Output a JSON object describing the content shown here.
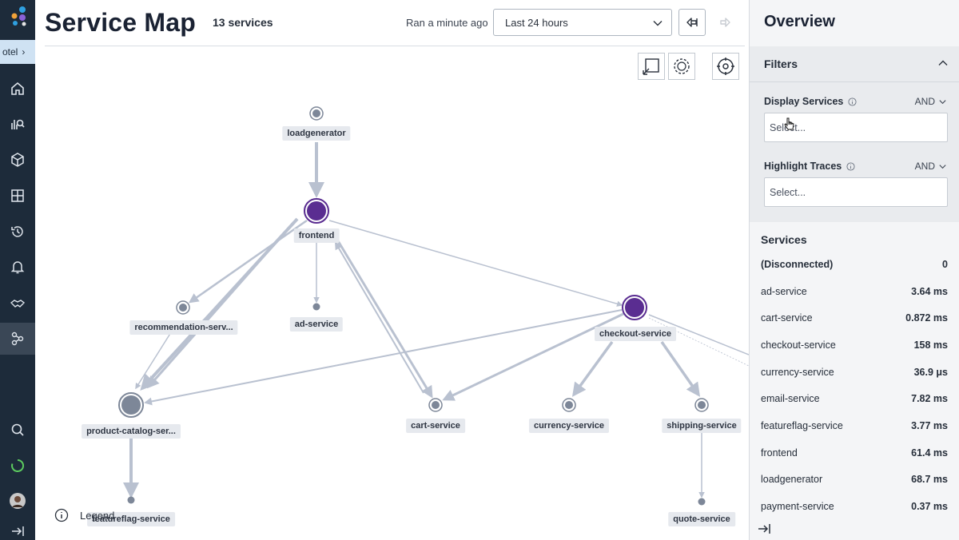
{
  "nav": {
    "env_label": "otel",
    "items": [
      {
        "name": "home-icon"
      },
      {
        "name": "query-icon"
      },
      {
        "name": "datasets-icon"
      },
      {
        "name": "boards-icon"
      },
      {
        "name": "history-icon"
      },
      {
        "name": "triggers-icon"
      },
      {
        "name": "slo-icon"
      },
      {
        "name": "service-map-icon"
      }
    ],
    "bottom": [
      {
        "name": "search-icon"
      },
      {
        "name": "loading-icon"
      },
      {
        "name": "avatar"
      },
      {
        "name": "expand-icon"
      }
    ]
  },
  "header": {
    "title": "Service Map",
    "service_count": "13 services",
    "ran": "Ran a minute ago",
    "time_range": "Last 24 hours"
  },
  "map": {
    "nodes": [
      {
        "id": "loadgenerator",
        "label": "loadgenerator"
      },
      {
        "id": "frontend",
        "label": "frontend"
      },
      {
        "id": "recommendation",
        "label": "recommendation-serv..."
      },
      {
        "id": "ad",
        "label": "ad-service"
      },
      {
        "id": "checkout",
        "label": "checkout-service"
      },
      {
        "id": "product",
        "label": "product-catalog-ser..."
      },
      {
        "id": "cart",
        "label": "cart-service"
      },
      {
        "id": "currency",
        "label": "currency-service"
      },
      {
        "id": "shipping",
        "label": "shipping-service"
      },
      {
        "id": "featureflag",
        "label": "featureflag-service"
      },
      {
        "id": "quote",
        "label": "quote-service"
      }
    ],
    "legend_label": "Legend"
  },
  "panel": {
    "title": "Overview",
    "filters_label": "Filters",
    "display_services_label": "Display Services",
    "display_services_op": "AND",
    "display_services_placeholder": "Select...",
    "highlight_traces_label": "Highlight Traces",
    "highlight_traces_op": "AND",
    "highlight_traces_placeholder": "Select...",
    "services_label": "Services",
    "services": [
      {
        "name": "(Disconnected)",
        "value": "0"
      },
      {
        "name": "ad-service",
        "value": "3.64 ms"
      },
      {
        "name": "cart-service",
        "value": "0.872 ms"
      },
      {
        "name": "checkout-service",
        "value": "158 ms"
      },
      {
        "name": "currency-service",
        "value": "36.9 μs"
      },
      {
        "name": "email-service",
        "value": "7.82 ms"
      },
      {
        "name": "featureflag-service",
        "value": "3.77 ms"
      },
      {
        "name": "frontend",
        "value": "61.4 ms"
      },
      {
        "name": "loadgenerator",
        "value": "68.7 ms"
      },
      {
        "name": "payment-service",
        "value": "0.37 ms"
      }
    ]
  },
  "colors": {
    "nav_bg": "#1d2b3a",
    "accent_purple": "#5a2d91",
    "edge": "#b9c1d0"
  }
}
